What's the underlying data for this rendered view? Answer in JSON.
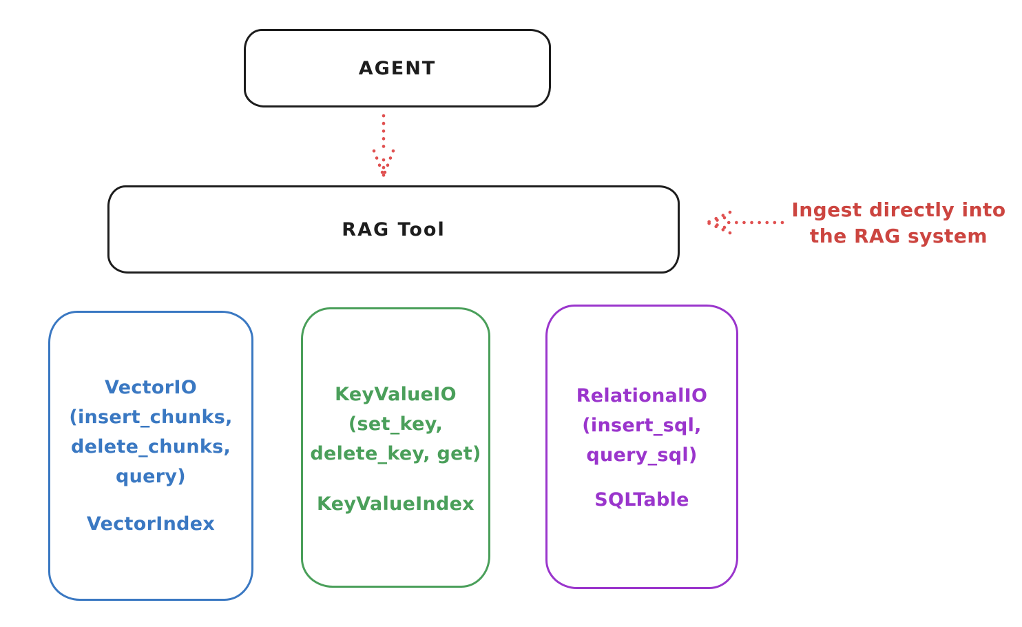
{
  "diagram": {
    "background_color": "#ffffff",
    "agent": {
      "label": "AGENT",
      "border_color": "#1d1d1d"
    },
    "rag_tool": {
      "label": "RAG Tool",
      "border_color": "#1d1d1d"
    },
    "ingest_note": {
      "line1": "Ingest directly into",
      "line2": "the RAG system",
      "text_color": "#cc4540"
    },
    "arrows": {
      "agent_to_rag": {
        "style": "dotted",
        "direction": "down",
        "color": "#e05050"
      },
      "ingest_into_rag": {
        "style": "dotted",
        "direction": "left",
        "color": "#e05050"
      }
    },
    "stores": [
      {
        "id": "vector-io",
        "color": "#3a78c2",
        "lines": [
          "VectorIO",
          "(insert_chunks,",
          "delete_chunks,",
          "query)"
        ],
        "index_label": "VectorIndex"
      },
      {
        "id": "keyvalue-io",
        "color": "#4a9f5a",
        "lines": [
          "KeyValueIO",
          "(set_key,",
          "delete_key, get)"
        ],
        "index_label": "KeyValueIndex"
      },
      {
        "id": "relational-io",
        "color": "#9a35cc",
        "lines": [
          "RelationalIO",
          "(insert_sql,",
          "query_sql)"
        ],
        "index_label": "SQLTable"
      }
    ]
  }
}
